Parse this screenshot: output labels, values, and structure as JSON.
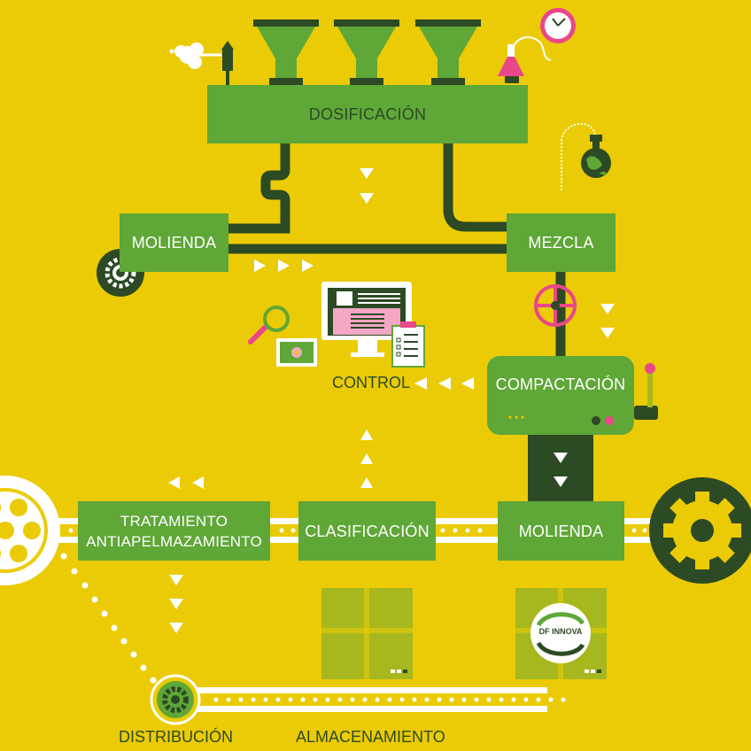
{
  "stages": {
    "dosificacion": "DOSIFICACIÓN",
    "molienda_1": "MOLIENDA",
    "mezcla": "MEZCLA",
    "control": "CONTROL",
    "compactacion": "COMPACTACIÓN",
    "molienda_2": "MOLIENDA",
    "clasificacion": "CLASIFICACIÓN",
    "tratamiento_line1": "TRATAMIENTO",
    "tratamiento_line2": "ANTIAPELMAZAMIENTO",
    "distribucion": "DISTRIBUCIÓN",
    "almacenamiento": "ALMACENAMIENTO"
  },
  "brand": {
    "logo_text": "DF INNOVA"
  },
  "colors": {
    "background": "#EBCB05",
    "green": "#5FA737",
    "dark_green": "#2C4A24",
    "olive": "#A6B81E",
    "pink": "#E8478A",
    "white": "#FFFFFF"
  }
}
